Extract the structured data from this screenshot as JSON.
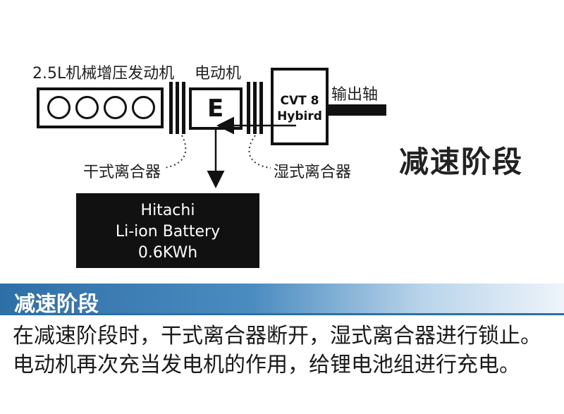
{
  "diagram": {
    "engine_label": "2.5L机械增压发动机",
    "motor_label": "电动机",
    "motor_letter": "E",
    "cvt_line1": "CVT 8",
    "cvt_line2": "Hybird",
    "output_label": "输出轴",
    "dry_clutch_label": "干式离合器",
    "wet_clutch_label": "湿式离合器",
    "stage_title": "减速阶段",
    "battery": {
      "line1": "Hitachi",
      "line2": "Li-ion Battery",
      "line3": "0.6KWh"
    },
    "colors": {
      "ink": "#111111",
      "battery_bg": "#111111",
      "battery_text": "#ffffff"
    }
  },
  "section": {
    "title": "减速阶段",
    "band_color": "#2f6fa8",
    "description": "在减速阶段时，干式离合器断开，湿式离合器进行锁止。电动机再次充当发电机的作用，给锂电池组进行充电。"
  }
}
